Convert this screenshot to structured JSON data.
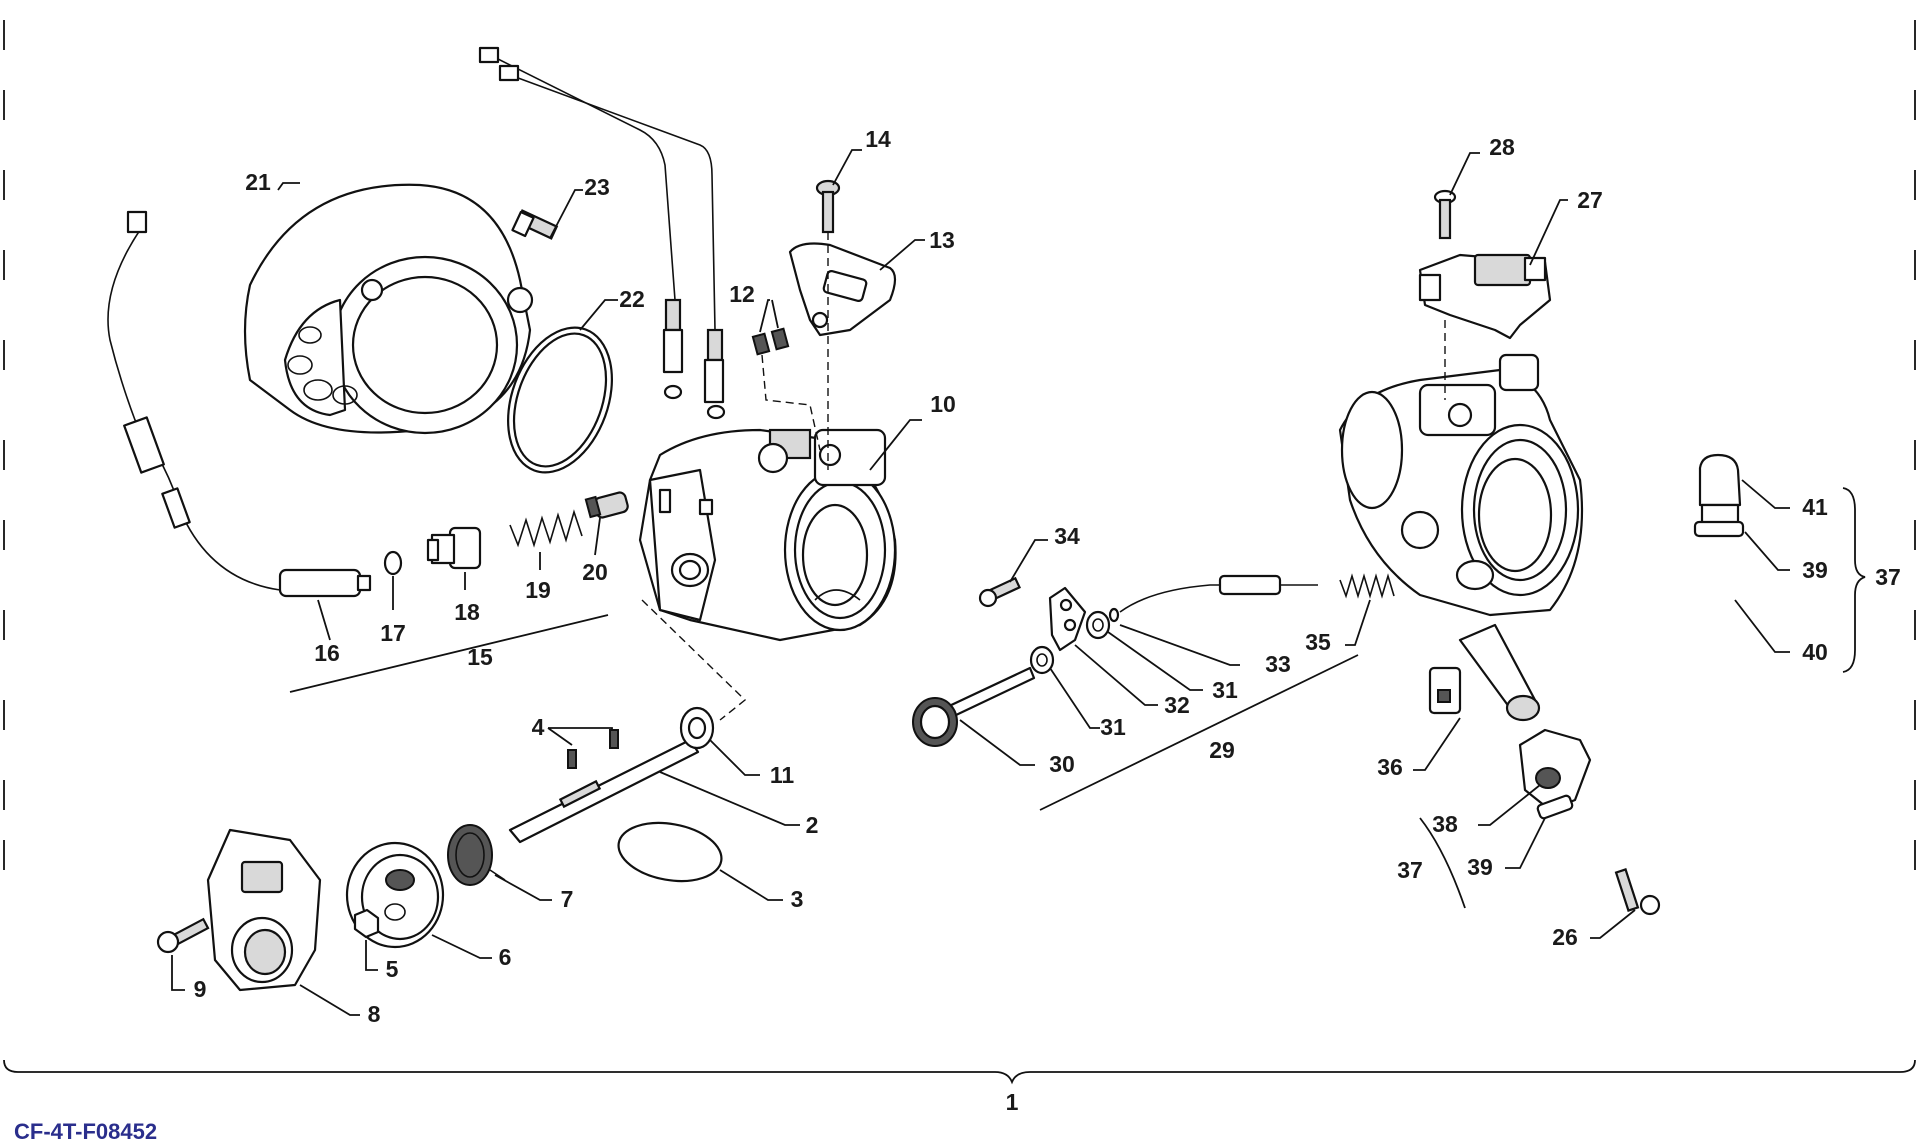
{
  "figure_code": "CF-4T-F08452",
  "callouts": {
    "c1": "1",
    "c2": "2",
    "c3": "3",
    "c4": "4",
    "c5": "5",
    "c6": "6",
    "c7": "7",
    "c8": "8",
    "c9": "9",
    "c10": "10",
    "c11": "11",
    "c12": "12",
    "c13": "13",
    "c14": "14",
    "c15": "15",
    "c16": "16",
    "c17": "17",
    "c18": "18",
    "c19": "19",
    "c20": "20",
    "c21": "21",
    "c22": "22",
    "c23": "23",
    "c26": "26",
    "c27": "27",
    "c28": "28",
    "c29": "29",
    "c30": "30",
    "c31a": "31",
    "c31b": "31",
    "c32": "32",
    "c33": "33",
    "c34": "34",
    "c35": "35",
    "c36": "36",
    "c37a": "37",
    "c37b": "37",
    "c38": "38",
    "c39a": "39",
    "c39b": "39",
    "c40": "40",
    "c41": "41"
  }
}
